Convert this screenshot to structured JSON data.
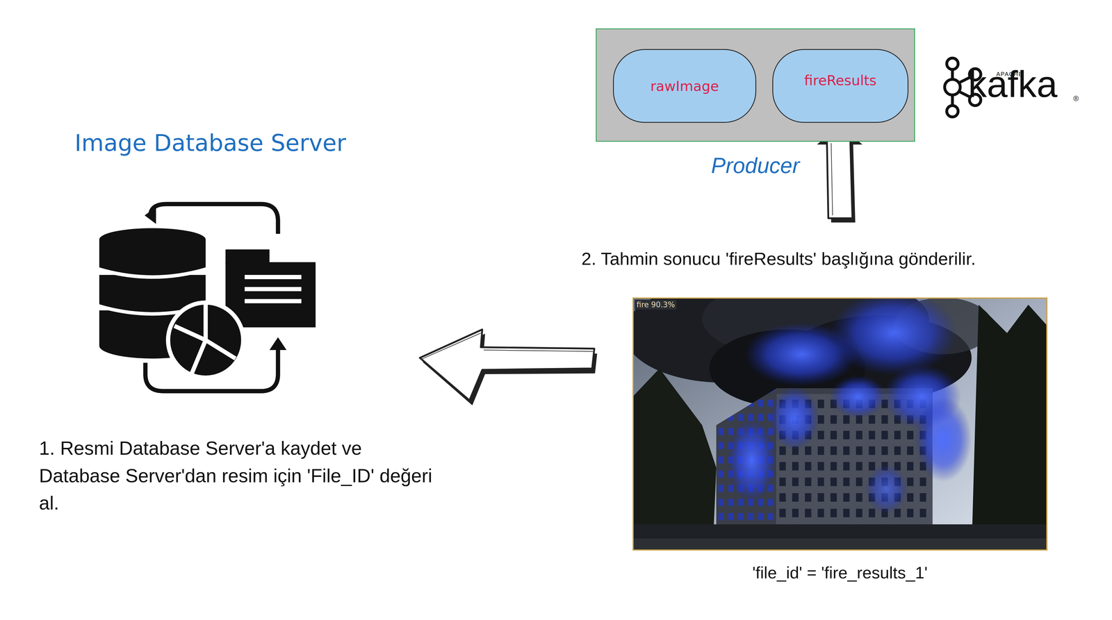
{
  "diagram": {
    "nodes": [
      {
        "text": [
          "Producer"
        ]
      },
      {
        "text": [
          "rawImage"
        ],
        "in": 0
      },
      {
        "text": [
          "fireResults"
        ],
        "in": 0
      },
      {
        "text": [
          "fire 90.3%"
        ]
      }
    ],
    "labels": [
      "Image Database Server",
      "APACHE",
      "kafka",
      "®",
      "2. Tahmin sonucu 'fireResults' başlığına gönderilir.",
      "1. Resmi Database Server'a kaydet ve Database Server'dan resim için 'File_ID' değeri al.",
      "'file_id' = 'fire_results_1'"
    ]
  }
}
